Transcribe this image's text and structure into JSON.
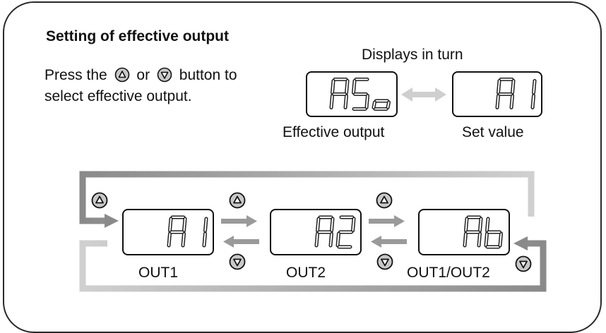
{
  "title": "Setting of effective output",
  "instruction": {
    "pre": "Press the",
    "or": "or",
    "post": "button to",
    "line2": "select effective output."
  },
  "displays_in_turn": "Displays in turn",
  "effective_output_label": "Effective output",
  "set_value_label": "Set value",
  "lcd_effective": "A5o",
  "lcd_set": "A1",
  "outputs": [
    {
      "lcd": "A1",
      "label": "OUT1"
    },
    {
      "lcd": "A2",
      "label": "OUT2"
    },
    {
      "lcd": "Ab",
      "label": "OUT1/OUT2"
    }
  ],
  "colors": {
    "border": "#2a2a2a",
    "arrow": "#9a9a9a",
    "loop": "#b5b5b5",
    "button_fill": "#c8c8c8"
  },
  "icons": [
    "up-button-icon",
    "down-button-icon",
    "double-arrow-icon"
  ]
}
